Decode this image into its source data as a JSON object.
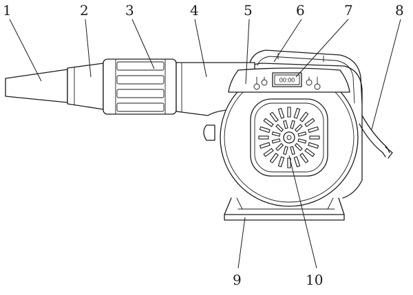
{
  "display": {
    "readout": "00:00"
  },
  "callouts": [
    {
      "id": "1",
      "label": "1"
    },
    {
      "id": "2",
      "label": "2"
    },
    {
      "id": "3",
      "label": "3"
    },
    {
      "id": "4",
      "label": "4"
    },
    {
      "id": "5",
      "label": "5"
    },
    {
      "id": "6",
      "label": "6"
    },
    {
      "id": "7",
      "label": "7"
    },
    {
      "id": "8",
      "label": "8"
    },
    {
      "id": "9",
      "label": "9"
    },
    {
      "id": "10",
      "label": "10"
    }
  ],
  "colors": {
    "line": "#1a1a1a",
    "background": "#ffffff"
  }
}
